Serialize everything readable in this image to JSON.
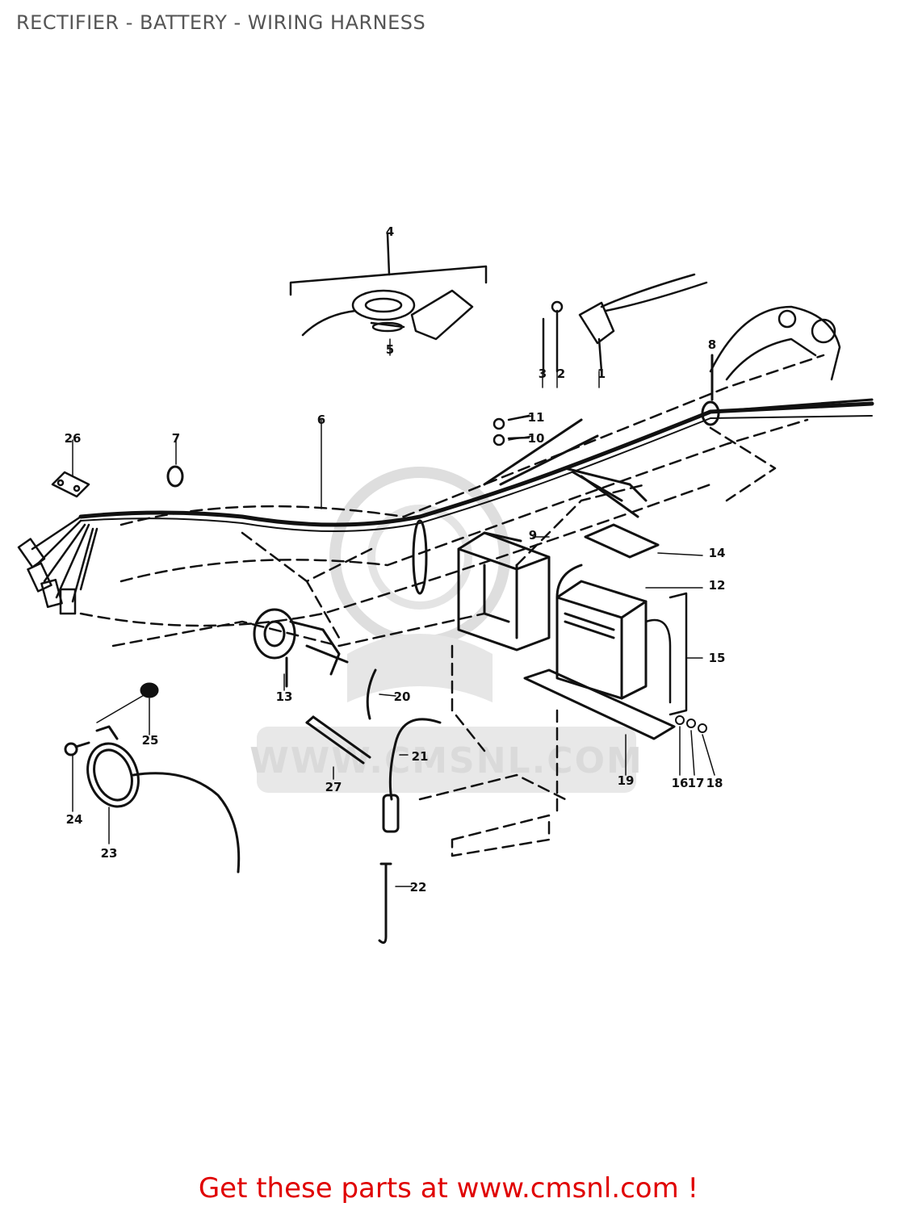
{
  "page": {
    "title": "RECTIFIER - BATTERY - WIRING HARNESS"
  },
  "watermark": {
    "text": "WWW.CMSNL.COM"
  },
  "callouts": [
    "1",
    "2",
    "3",
    "4",
    "5",
    "6",
    "7",
    "8",
    "9",
    "10",
    "11",
    "12",
    "13",
    "14",
    "15",
    "16",
    "17",
    "18",
    "19",
    "20",
    "21",
    "22",
    "23",
    "24",
    "25",
    "26",
    "27"
  ],
  "footer": {
    "text": "Get these parts at www.cmsnl.com !"
  },
  "colors": {
    "title": "#555555",
    "footer": "#e00000",
    "line": "#111111",
    "watermark": "#dadada"
  }
}
